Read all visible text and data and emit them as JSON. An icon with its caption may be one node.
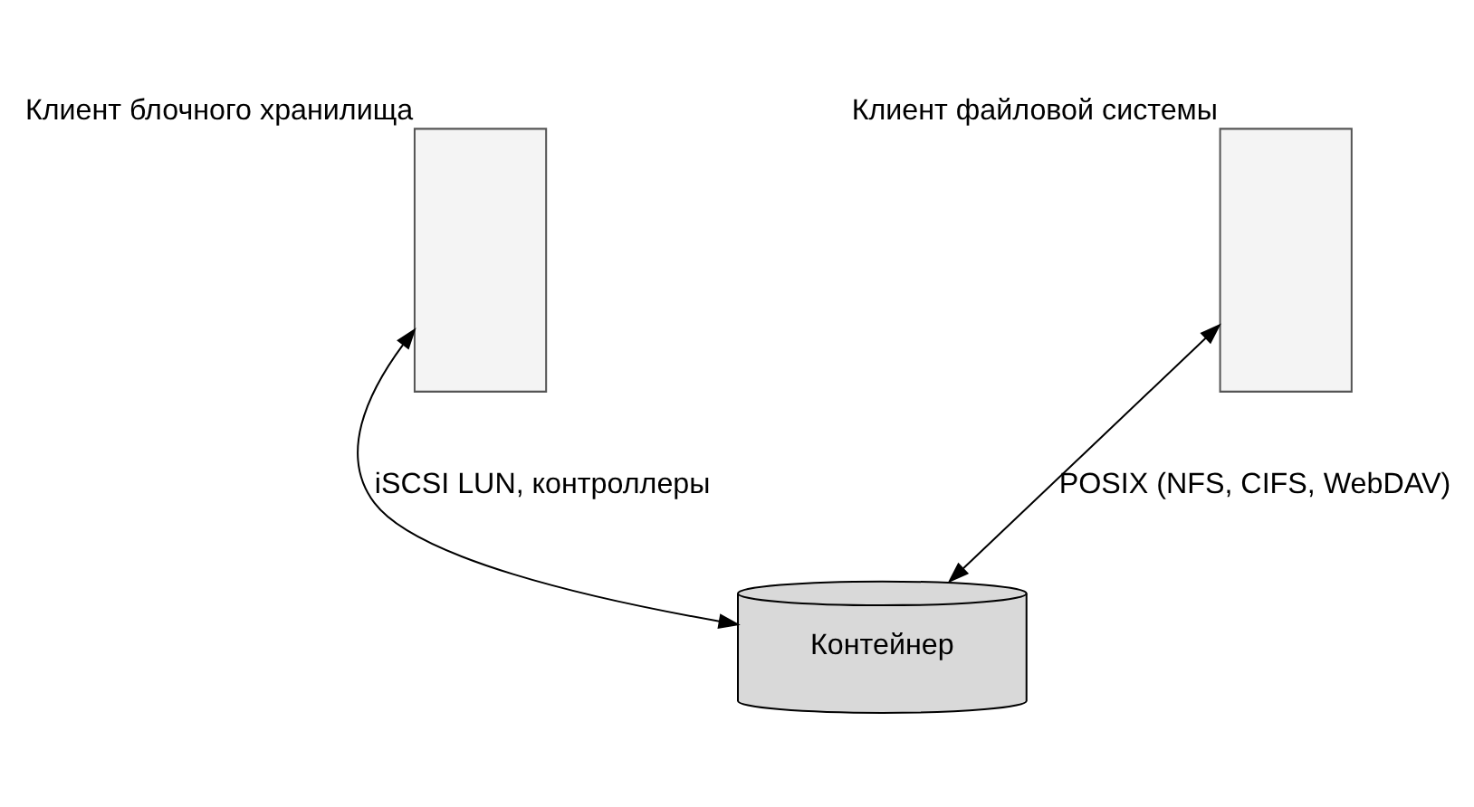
{
  "diagram": {
    "nodes": [
      {
        "text": [],
        "shape": "box",
        "beside": [
          "Клиент блочного хранилища"
        ]
      },
      {
        "text": [],
        "shape": "box",
        "beside": [
          "Клиент файловой системы"
        ]
      },
      {
        "text": [
          "Контейнер"
        ]
      }
    ],
    "edges": [
      {
        "from": 0,
        "to": 2,
        "arrow": "both",
        "label": "iSCSI LUN, контроллеры"
      },
      {
        "from": 1,
        "to": 2,
        "arrow": "both",
        "label": "POSIX (NFS, CIFS, WebDAV)"
      }
    ]
  }
}
